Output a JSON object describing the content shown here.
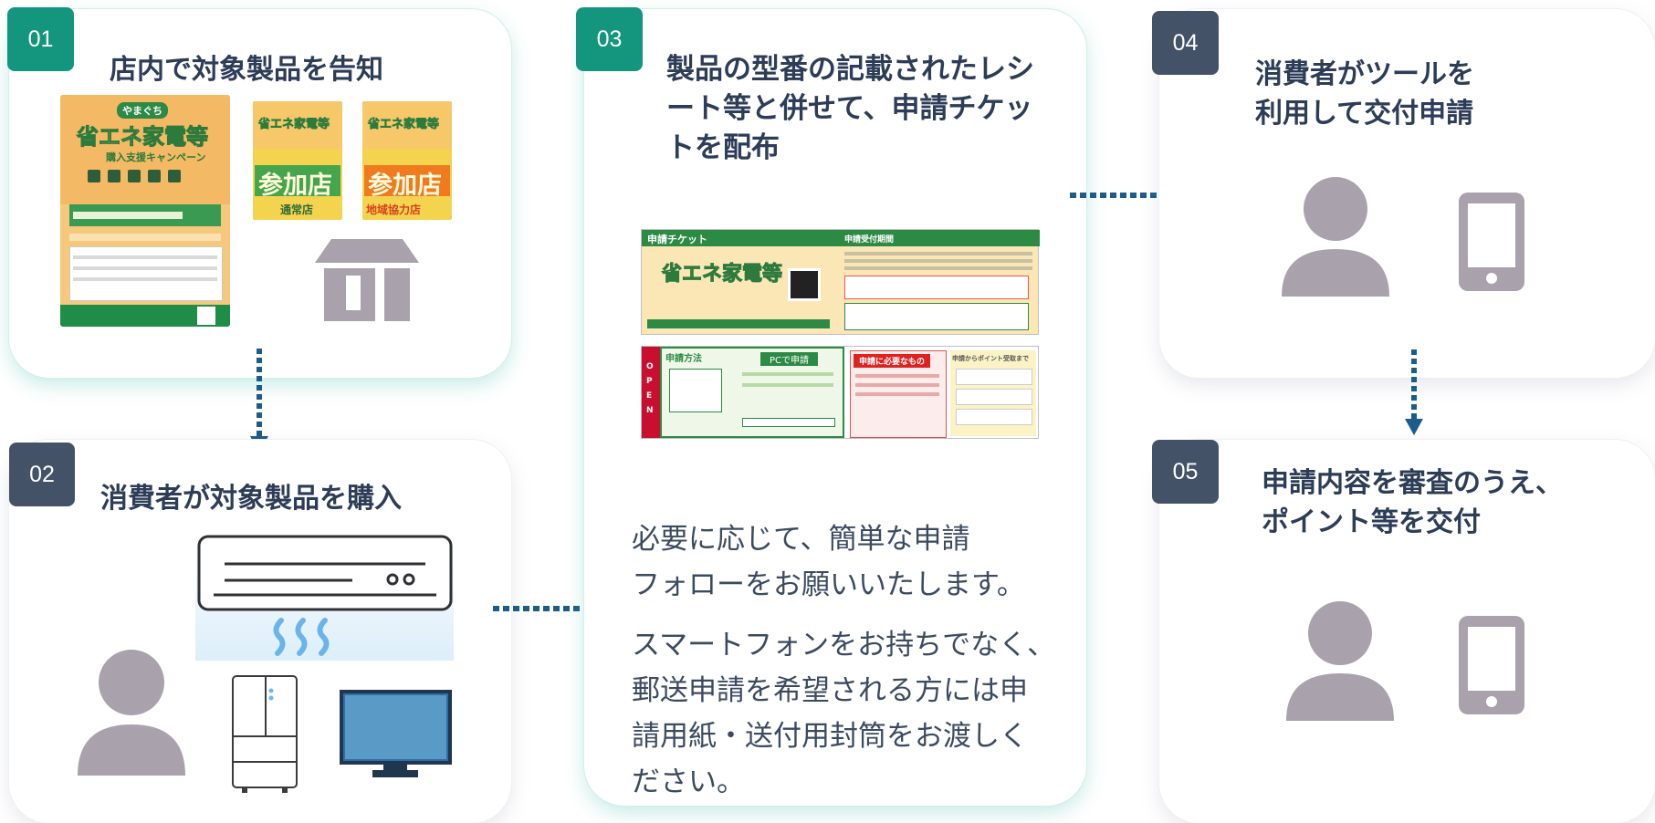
{
  "steps": [
    {
      "number": "01",
      "title": "店内で対象製品を告知"
    },
    {
      "number": "02",
      "title": "消費者が対象製品を購入"
    },
    {
      "number": "03",
      "title": "製品の型番の記載されたレシ\nート等と併せて、申請チケッ\nトを配布"
    },
    {
      "number": "04",
      "title": "消費者がツールを\n利用して交付申請"
    },
    {
      "number": "05",
      "title": "申請内容を審査のうえ、\nポイント等を交付"
    }
  ],
  "step3_notes": [
    "必要に応じて、簡単な申請\nフォローをお願いいたします。",
    "スマートフォンをお持ちでなく、\n郵送申請を希望される方には申\n請用紙・送付用封筒をお渡しく\nださい。"
  ],
  "posters": {
    "main_title": "省エネ家電等",
    "main_subtitle": "購入支援キャンペーン",
    "badge_regular": "通常店",
    "badge_regional": "地域協力店",
    "participating": "参加店",
    "area": "やまぐち"
  },
  "ticket": {
    "header": "申請チケット",
    "right_header": "申請受付期間",
    "howto": "申請方法",
    "pc": "PCで申請",
    "needed": "申請に必要なもの",
    "flow": "申請からポイント受取まで",
    "open_label": "OPEN"
  },
  "colors": {
    "teal": "#14967e",
    "navy": "#435267",
    "arrow": "#1c5c8a",
    "icon_gray": "#a9a1ab"
  }
}
